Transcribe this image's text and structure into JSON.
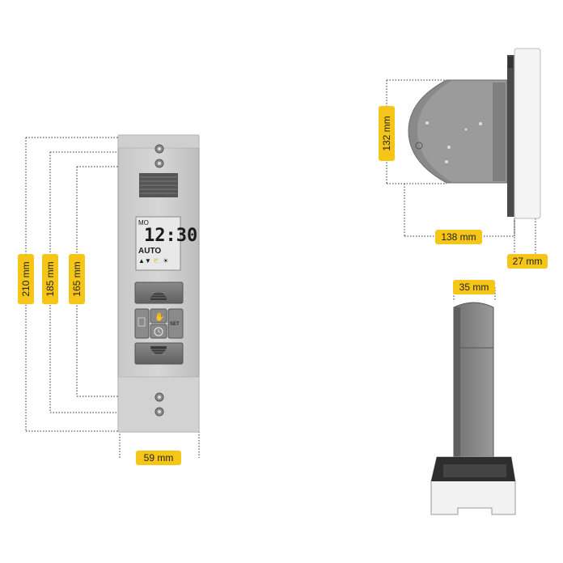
{
  "dimensions": {
    "height_total": "210 mm",
    "height_mid": "185 mm",
    "height_inner": "165 mm",
    "width_front": "59 mm",
    "height_side": "132 mm",
    "depth_side": "138 mm",
    "depth_plate": "27 mm",
    "width_bottom": "35 mm"
  },
  "display": {
    "day": "MO",
    "time": "12:30",
    "mode": "AUTO",
    "symbols": "▲▼ ⛅ ☀"
  },
  "buttons": {
    "set_label": "SET"
  },
  "colors": {
    "label_bg": "#f5c518",
    "housing": "#b9b9b9",
    "dark_panel": "#6f6f6f"
  }
}
